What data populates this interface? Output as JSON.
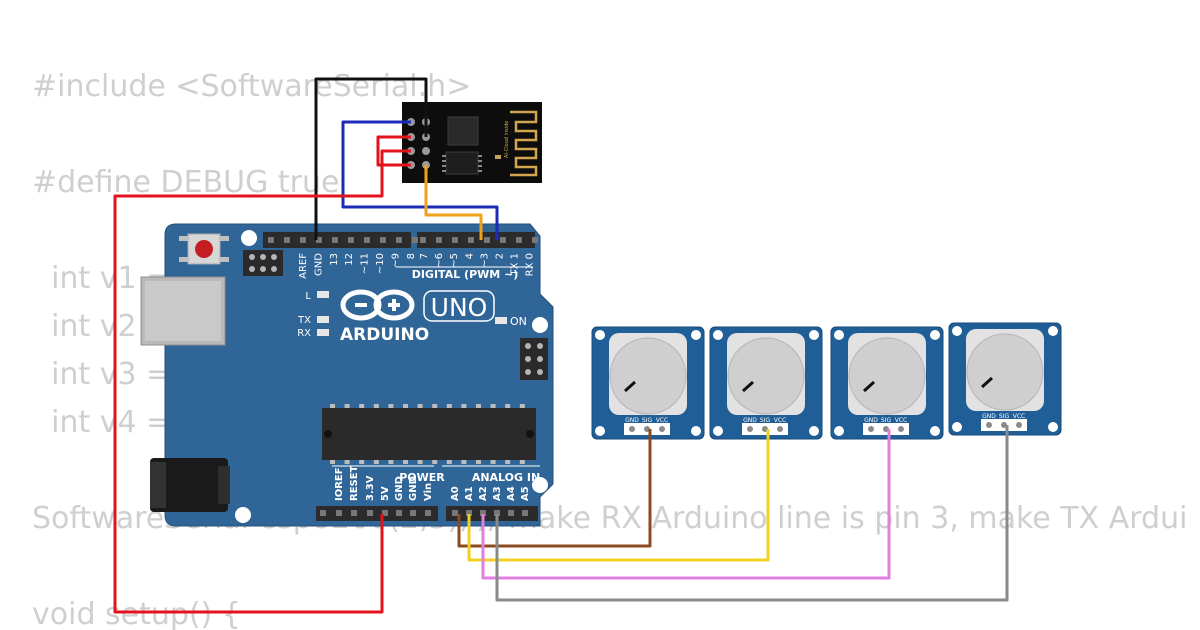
{
  "code_lines": [
    "#include <SoftwareSerial.h>",
    "#define DEBUG true",
    "  int v1 =",
    "  int v2 =",
    "  int v3 =",
    "  int v4 =",
    "SoftwareSerial esp8266(2,3); // make RX Arduino line is pin 3, make TX Ardui",
    "void setup() {"
  ],
  "arduino": {
    "brand": "ARDUINO",
    "model": "UNO",
    "digital_header": "DIGITAL (PWM ~)",
    "digital_pins": [
      "AREF",
      "GND",
      "13",
      "12",
      "~11",
      "~10",
      "~9",
      "8",
      "7",
      "~6",
      "~5",
      "4",
      "~3",
      "2",
      "TX 1",
      "RX 0"
    ],
    "power_label": "POWER",
    "power_pins": [
      "IOREF",
      "RESET",
      "3.3V",
      "5V",
      "GND",
      "GND",
      "Vin"
    ],
    "analog_label": "ANALOG IN",
    "analog_pins": [
      "A0",
      "A1",
      "A2",
      "A3",
      "A4",
      "A5"
    ],
    "led_l": "L",
    "led_tx": "TX",
    "led_rx": "RX",
    "led_on": "ON"
  },
  "esp_module": {
    "antenna_label": "AI-Cloud inside"
  },
  "potentiometers": [
    {
      "pin_labels": [
        "GND",
        "SIG",
        "VCC"
      ]
    },
    {
      "pin_labels": [
        "GND",
        "SIG",
        "VCC"
      ]
    },
    {
      "pin_labels": [
        "GND",
        "SIG",
        "VCC"
      ]
    },
    {
      "pin_labels": [
        "GND",
        "SIG",
        "VCC"
      ]
    }
  ],
  "wire_colors": {
    "power": "#e3131b",
    "ground": "#111111",
    "tx": "#1b2bb7",
    "rx": "#f0a21a",
    "pot1": "#8b4a20",
    "pot2": "#f0d020",
    "pot3": "#e07fe0",
    "pot4": "#8a8a8a"
  },
  "board_color": "#2f6597"
}
